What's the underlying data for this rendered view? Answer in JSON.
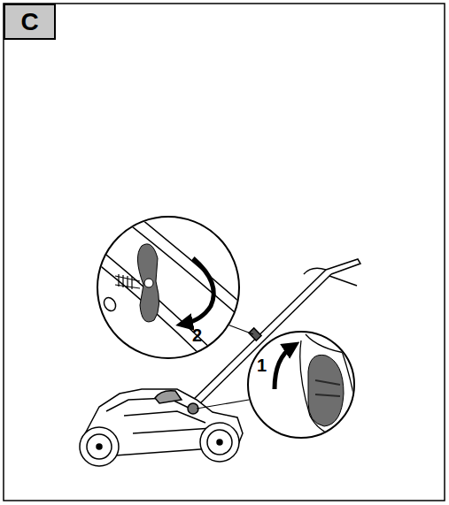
{
  "diagram": {
    "nodes": [
      {
        "text": [
          "C"
        ]
      }
    ],
    "labels": [
      "2",
      "1"
    ]
  }
}
